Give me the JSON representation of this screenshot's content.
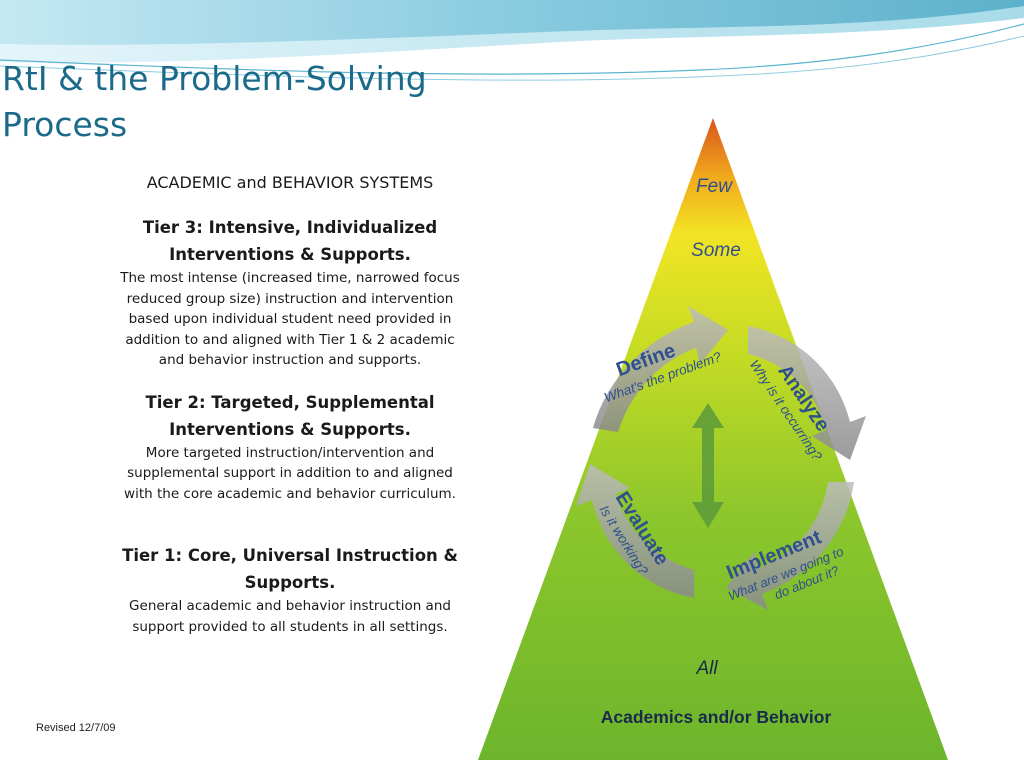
{
  "slide": {
    "title": "RtI & the Problem-Solving Process",
    "revised": "Revised 12/7/09"
  },
  "systems_heading": "ACADEMIC and BEHAVIOR SYSTEMS",
  "tiers": [
    {
      "title": "Tier 3: Intensive, Individualized Interventions & Supports.",
      "description": "The most intense (increased time, narrowed focus reduced group size) instruction and intervention based upon individual student need provided in addition to and aligned with Tier 1 & 2 academic and behavior instruction and supports."
    },
    {
      "title": "Tier 2: Targeted, Supplemental Interventions & Supports.",
      "description": "More targeted instruction/intervention and supplemental support in addition to and aligned with the core academic and behavior curriculum."
    },
    {
      "title": "Tier 1: Core, Universal Instruction & Supports.",
      "description": "General academic and behavior instruction and support provided to all students in all settings."
    }
  ],
  "pyramid": {
    "levels": {
      "top": "Few",
      "middle": "Some",
      "bottom": "All"
    },
    "base_label": "Academics and/or Behavior",
    "cycle": [
      {
        "step": "Define",
        "question": "What's the problem?"
      },
      {
        "step": "Analyze",
        "question": "Why is it occurring?"
      },
      {
        "step": "Implement",
        "question": "What are we going to do about it?"
      },
      {
        "step": "Evaluate",
        "question": "Is it working?"
      }
    ]
  },
  "colors": {
    "title": "#1b6a8a",
    "pyramid_top": "#d9541c",
    "pyramid_middle": "#e6e620",
    "pyramid_bottom": "#6fb82c",
    "cycle_arrow": "#9a9a9a",
    "center_arrow": "#5a9a3a",
    "header_wave": "#7fc6dc"
  }
}
